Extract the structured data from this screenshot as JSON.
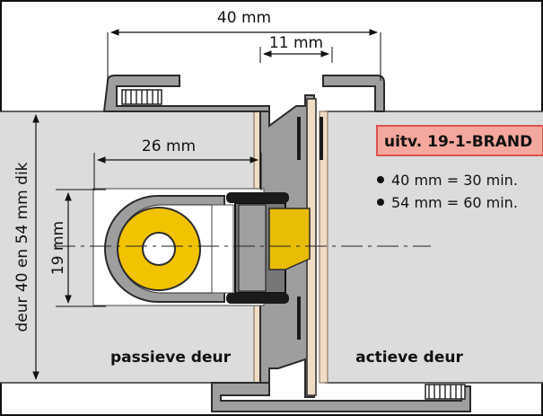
{
  "dimensions": {
    "overall_width": "40 mm",
    "profile_width": "11 mm",
    "lock_depth": "26 mm",
    "lock_height": "19 mm",
    "door_thickness": "deur 40 en 54 mm dik"
  },
  "labels": {
    "passive_door": "passieve deur",
    "active_door": "actieve deur",
    "version_badge": "uitv. 19-1-BRAND"
  },
  "fire_ratings": [
    "40 mm = 30 min.",
    "54 mm = 60 min."
  ],
  "colors": {
    "door_panel": "#dcdcdc",
    "frame_profile": "#9e9e9e",
    "frame_outline": "#2b2b2b",
    "rebate_strip": "#f0dcc4",
    "cylinder_yellow": "#f2c400",
    "bolt_yellow": "#e9bd05",
    "badge_fill": "#f4a79d",
    "badge_border": "#d9534f",
    "gasket_black": "#1a1a1a"
  }
}
